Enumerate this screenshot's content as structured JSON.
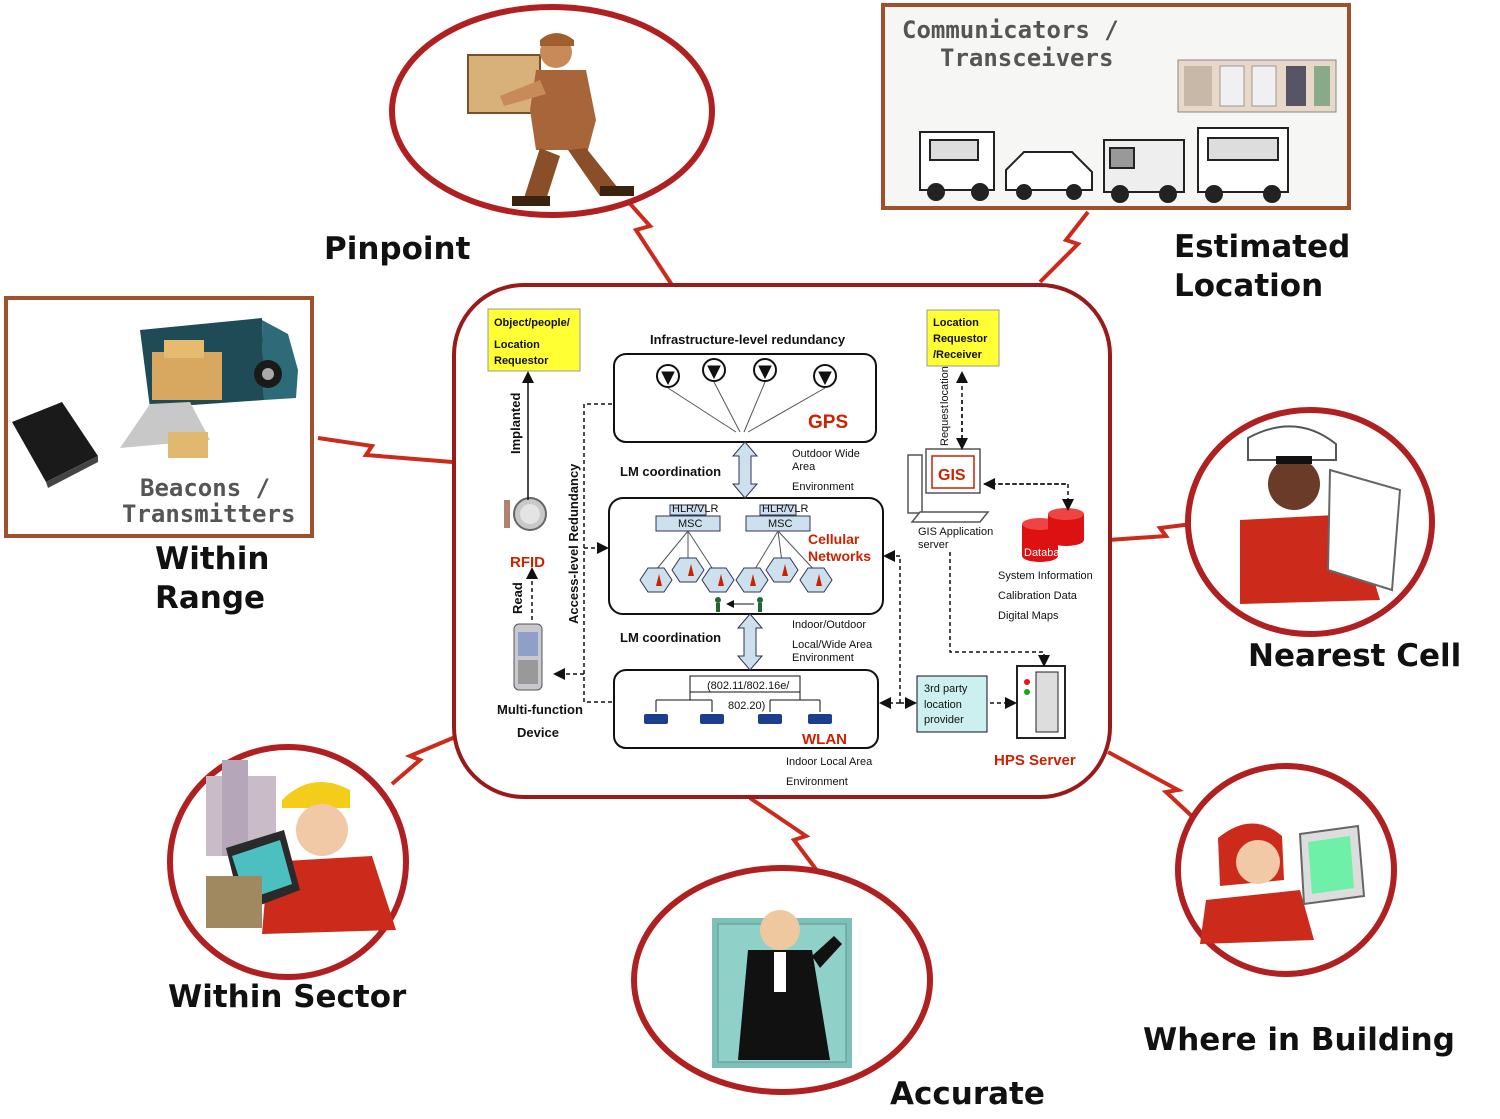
{
  "categories": {
    "pinpoint": "Pinpoint",
    "estimated_location": [
      "Estimated",
      "Location"
    ],
    "within_range": [
      "Within",
      "Range"
    ],
    "nearest_cell": "Nearest Cell",
    "within_sector": "Within Sector",
    "accurate": "Accurate",
    "where_in_building": "Where in Building"
  },
  "panels": {
    "communicators": [
      "Communicators /",
      "Transceivers"
    ],
    "beacons": [
      "Beacons /",
      "Transmitters"
    ]
  },
  "center": {
    "requestor_left": [
      "Object/people/",
      "Location",
      "Requestor"
    ],
    "requestor_right": [
      "Location",
      "Requestor",
      "/Receiver"
    ],
    "infra_redundancy": "Infrastructure-level redundancy",
    "access_redundancy": "Access-level Redundancy",
    "implanted": "Implanted",
    "read": "Read",
    "rfid": "RFID",
    "multi_function_device": [
      "Multi-function",
      "Device"
    ],
    "gps": "GPS",
    "cellular": [
      "Cellular",
      "Networks"
    ],
    "wlan": "WLAN",
    "lm_coordination": "LM coordination",
    "outdoor_wide": [
      "Outdoor Wide",
      "Area",
      "Environment"
    ],
    "indoor_outdoor": [
      "Indoor/Outdoor",
      "Local/Wide Area",
      "Environment"
    ],
    "indoor_local": [
      "Indoor Local Area",
      "Environment"
    ],
    "hlr_vlr": "HLR/VLR",
    "msc": "MSC",
    "wlan_standards": [
      "(802.11/802.16e/",
      "802.20)"
    ],
    "request_location": [
      "Request",
      "location"
    ],
    "gis": "GIS",
    "gis_server": [
      "GIS Application",
      "server"
    ],
    "database": "Database",
    "system_info": [
      "System Information",
      "Calibration Data",
      "Digital Maps"
    ],
    "third_party": [
      "3rd party",
      "location",
      "provider"
    ],
    "hps_server": "HPS Server"
  },
  "colors": {
    "ring": "#b02020",
    "frame": "#9a1a1a",
    "panel_border": "#a0502a",
    "yellow": "#ffff33",
    "label_red": "#cc2200",
    "box_blue": "#ccddee"
  }
}
